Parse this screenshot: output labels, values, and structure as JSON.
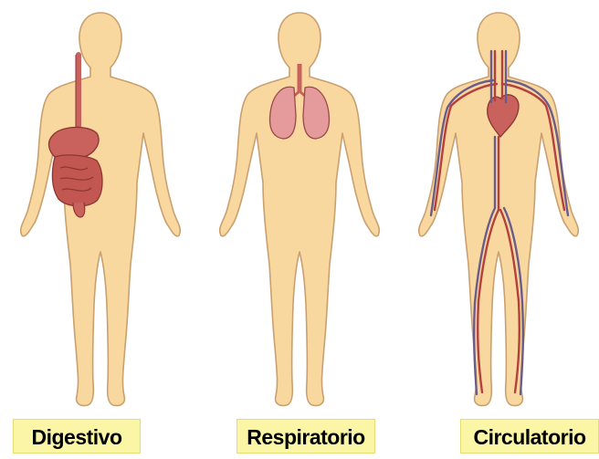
{
  "systems": [
    {
      "label": "Digestivo"
    },
    {
      "label": "Respiratorio"
    },
    {
      "label": "Circulatorio"
    }
  ],
  "colors": {
    "skin": "#f9d8a0",
    "skin_outline": "#c9a070",
    "organ": "#c9615c",
    "organ_dark": "#8d3530",
    "lung": "#e59a9b",
    "artery": "#b5413d",
    "vein": "#6b5c8c",
    "label_bg": "#fbf6a6"
  }
}
